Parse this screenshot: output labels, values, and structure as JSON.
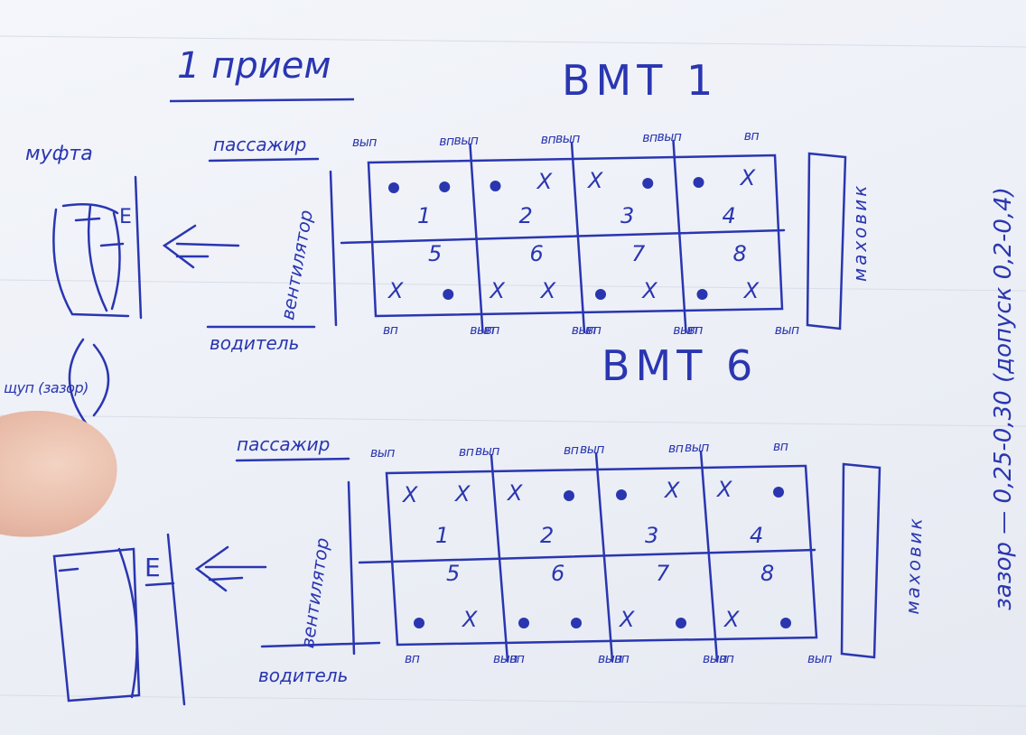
{
  "colors": {
    "ink": "#2a36b0",
    "paper": "#eef1f7"
  },
  "heading": {
    "method": "1 прием"
  },
  "diagram1": {
    "title": "ВМТ 1",
    "side_top": "пассажир",
    "side_bottom": "водитель",
    "left_label": "вентилятор",
    "right_label": "маховик",
    "cyl_top": [
      "1",
      "2",
      "3",
      "4"
    ],
    "cyl_bottom": [
      "5",
      "6",
      "7",
      "8"
    ],
    "valve_top": [
      "вып",
      "вп",
      "вып",
      "вп",
      "вып",
      "вп",
      "вып",
      "вп"
    ],
    "valve_bottom": [
      "вп",
      "вып",
      "вп",
      "вып",
      "вп",
      "вып",
      "вп",
      "вып"
    ],
    "marks_top": [
      "•",
      "•",
      "•",
      "X",
      "X",
      "•",
      "•",
      "X"
    ],
    "marks_bottom": [
      "X",
      "•",
      "X",
      "X",
      "•",
      "X",
      "•",
      "X"
    ]
  },
  "diagram2": {
    "title": "ВМТ 6",
    "side_top": "пассажир",
    "side_bottom": "водитель",
    "left_label": "вентилятор",
    "right_label": "маховик",
    "cyl_top": [
      "1",
      "2",
      "3",
      "4"
    ],
    "cyl_bottom": [
      "5",
      "6",
      "7",
      "8"
    ],
    "valve_top": [
      "вып",
      "вп",
      "вып",
      "вп",
      "вып",
      "вп",
      "вып",
      "вп"
    ],
    "valve_bottom": [
      "вп",
      "вып",
      "вп",
      "вып",
      "вп",
      "вып",
      "вп",
      "вып"
    ],
    "marks_top": [
      "X",
      "X",
      "X",
      "•",
      "•",
      "X",
      "X",
      "•"
    ],
    "marks_bottom": [
      "•",
      "X",
      "•",
      "•",
      "X",
      "•",
      "X",
      "•"
    ]
  },
  "sketch": {
    "top_label": "муфта",
    "feeler_label": "щуп (зазор)",
    "marker": "E"
  },
  "clearance_note": "зазор — 0,25-0,30 (допуск 0,2-0,4)"
}
